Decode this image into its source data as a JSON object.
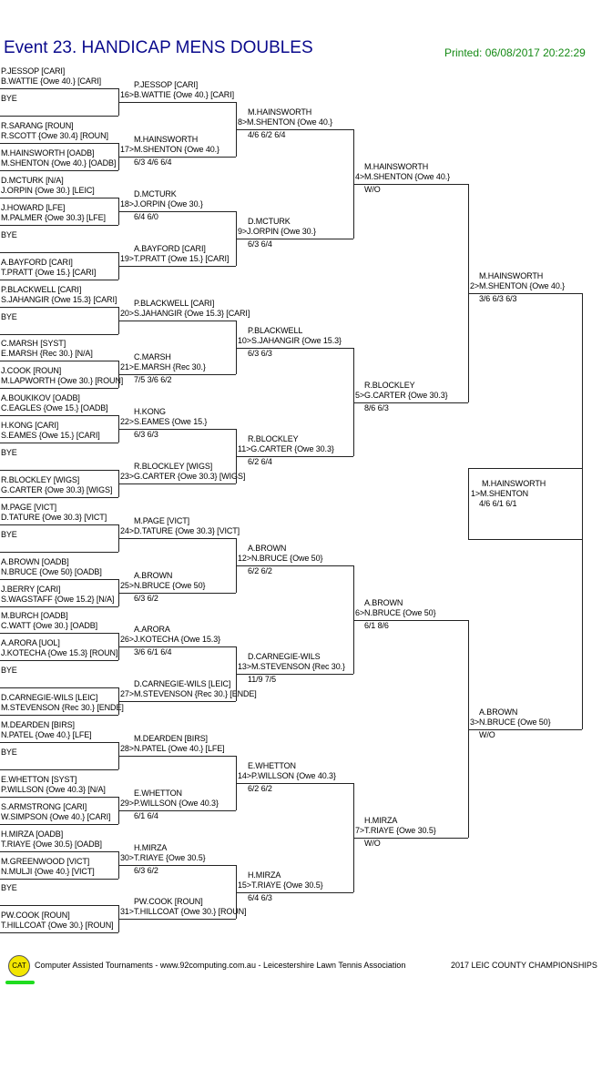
{
  "header": {
    "title": "Event 23. HANDICAP MENS DOUBLES",
    "printed": "Printed: 06/08/2017 20:22:29"
  },
  "round1": [
    [
      "P.JESSOP [CARI]",
      "B.WATTIE {Owe 40.} [CARI]"
    ],
    [
      "BYE",
      ""
    ],
    [
      "R.SARANG [ROUN]",
      "R.SCOTT {Owe 30.4} [ROUN]"
    ],
    [
      "M.HAINSWORTH [OADB]",
      "M.SHENTON {Owe 40.} [OADB]"
    ],
    [
      "D.MCTURK [N/A]",
      "J.ORPIN {Owe 30.} [LEIC]"
    ],
    [
      "J.HOWARD [LFE]",
      "M.PALMER {Owe 30.3} [LFE]"
    ],
    [
      "BYE",
      ""
    ],
    [
      "A.BAYFORD [CARI]",
      "T.PRATT {Owe 15.} [CARI]"
    ],
    [
      "P.BLACKWELL [CARI]",
      "S.JAHANGIR {Owe 15.3} [CARI]"
    ],
    [
      "BYE",
      ""
    ],
    [
      "C.MARSH [SYST]",
      "E.MARSH {Rec 30.} [N/A]"
    ],
    [
      "J.COOK [ROUN]",
      "M.LAPWORTH {Owe 30.} [ROUN]"
    ],
    [
      "A.BOUKIKOV [OADB]",
      "C.EAGLES {Owe 15.} [OADB]"
    ],
    [
      "H.KONG [CARI]",
      "S.EAMES {Owe 15.} [CARI]"
    ],
    [
      "BYE",
      ""
    ],
    [
      "R.BLOCKLEY [WIGS]",
      "G.CARTER {Owe 30.3} [WIGS]"
    ],
    [
      "M.PAGE [VICT]",
      "D.TATURE {Owe 30.3} [VICT]"
    ],
    [
      "BYE",
      ""
    ],
    [
      "A.BROWN [OADB]",
      "N.BRUCE {Owe 50} [OADB]"
    ],
    [
      "J.BERRY [CARI]",
      "S.WAGSTAFF {Owe 15.2} [N/A]"
    ],
    [
      "M.BURCH [OADB]",
      "C.WATT {Owe 30.} [OADB]"
    ],
    [
      "A.ARORA [UOL]",
      "J.KOTECHA {Owe 15.3} [ROUN]"
    ],
    [
      "BYE",
      ""
    ],
    [
      "D.CARNEGIE-WILS [LEIC]",
      "M.STEVENSON {Rec 30.} [ENDE]"
    ],
    [
      "M.DEARDEN [BIRS]",
      "N.PATEL {Owe 40.} [LFE]"
    ],
    [
      "BYE",
      ""
    ],
    [
      "E.WHETTON [SYST]",
      "P.WILLSON {Owe 40.3} [N/A]"
    ],
    [
      "S.ARMSTRONG [CARI]",
      "W.SIMPSON {Owe 40.} [CARI]"
    ],
    [
      "H.MIRZA [OADB]",
      "T.RIAYE {Owe 30.5} [OADB]"
    ],
    [
      "M.GREENWOOD [VICT]",
      "N.MULJI {Owe 40.} [VICT]"
    ],
    [
      "BYE",
      ""
    ],
    [
      "PW.COOK [ROUN]",
      "T.HILLCOAT {Owe 30.} [ROUN]"
    ]
  ],
  "round2": [
    {
      "a": "P.JESSOP [CARI]",
      "b": "16>B.WATTIE {Owe 40.} [CARI]",
      "s": ""
    },
    {
      "a": "M.HAINSWORTH",
      "b": "17>M.SHENTON {Owe 40.}",
      "s": "6/3 4/6 6/4"
    },
    {
      "a": "D.MCTURK",
      "b": "18>J.ORPIN {Owe 30.}",
      "s": "6/4 6/0"
    },
    {
      "a": "A.BAYFORD [CARI]",
      "b": "19>T.PRATT {Owe 15.} [CARI]",
      "s": ""
    },
    {
      "a": "P.BLACKWELL [CARI]",
      "b": "20>S.JAHANGIR {Owe 15.3} [CARI]",
      "s": ""
    },
    {
      "a": "C.MARSH",
      "b": "21>E.MARSH {Rec 30.}",
      "s": "7/5 3/6 6/2"
    },
    {
      "a": "H.KONG",
      "b": "22>S.EAMES {Owe 15.}",
      "s": "6/3 6/3"
    },
    {
      "a": "R.BLOCKLEY [WIGS]",
      "b": "23>G.CARTER {Owe 30.3} [WIGS]",
      "s": ""
    },
    {
      "a": "M.PAGE [VICT]",
      "b": "24>D.TATURE {Owe 30.3} [VICT]",
      "s": ""
    },
    {
      "a": "A.BROWN",
      "b": "25>N.BRUCE {Owe 50}",
      "s": "6/3 6/2"
    },
    {
      "a": "A.ARORA",
      "b": "26>J.KOTECHA {Owe 15.3}",
      "s": "3/6 6/1 6/4"
    },
    {
      "a": "D.CARNEGIE-WILS [LEIC]",
      "b": "27>M.STEVENSON {Rec 30.} [ENDE]",
      "s": ""
    },
    {
      "a": "M.DEARDEN [BIRS]",
      "b": "28>N.PATEL {Owe 40.} [LFE]",
      "s": ""
    },
    {
      "a": "E.WHETTON",
      "b": "29>P.WILLSON {Owe 40.3}",
      "s": "6/1 6/4"
    },
    {
      "a": "H.MIRZA",
      "b": "30>T.RIAYE {Owe 30.5}",
      "s": "6/3 6/2"
    },
    {
      "a": "PW.COOK [ROUN]",
      "b": "31>T.HILLCOAT {Owe 30.} [ROUN]",
      "s": ""
    }
  ],
  "round3": [
    {
      "a": "M.HAINSWORTH",
      "b": "8>M.SHENTON {Owe 40.}",
      "s": "4/6 6/2 6/4"
    },
    {
      "a": "D.MCTURK",
      "b": "9>J.ORPIN {Owe 30.}",
      "s": "6/3 6/4"
    },
    {
      "a": "P.BLACKWELL",
      "b": "10>S.JAHANGIR {Owe 15.3}",
      "s": "6/3 6/3"
    },
    {
      "a": "R.BLOCKLEY",
      "b": "11>G.CARTER {Owe 30.3}",
      "s": "6/2 6/4"
    },
    {
      "a": "A.BROWN",
      "b": "12>N.BRUCE {Owe 50}",
      "s": "6/2 6/2"
    },
    {
      "a": "D.CARNEGIE-WILS",
      "b": "13>M.STEVENSON {Rec 30.}",
      "s": "11/9 7/5"
    },
    {
      "a": "E.WHETTON",
      "b": "14>P.WILLSON {Owe 40.3}",
      "s": "6/2 6/2"
    },
    {
      "a": "H.MIRZA",
      "b": "15>T.RIAYE {Owe 30.5}",
      "s": "6/4 6/3"
    }
  ],
  "round4": [
    {
      "a": "M.HAINSWORTH",
      "b": "4>M.SHENTON {Owe 40.}",
      "s": "W/O"
    },
    {
      "a": "R.BLOCKLEY",
      "b": "5>G.CARTER {Owe 30.3}",
      "s": "8/6 6/3"
    },
    {
      "a": "A.BROWN",
      "b": "6>N.BRUCE {Owe 50}",
      "s": "6/1 8/6"
    },
    {
      "a": "H.MIRZA",
      "b": "7>T.RIAYE {Owe 30.5}",
      "s": "W/O"
    }
  ],
  "round5": [
    {
      "a": "M.HAINSWORTH",
      "b": "2>M.SHENTON {Owe 40.}",
      "s": "3/6 6/3 6/3"
    },
    {
      "a": "A.BROWN",
      "b": "3>N.BRUCE {Owe 50}",
      "s": "W/O"
    }
  ],
  "final": {
    "a": "M.HAINSWORTH",
    "b": "1>M.SHENTON",
    "s": "4/6 6/1 6/1"
  },
  "footer": {
    "logo": "CAT",
    "text": "Computer Assisted Tournaments - www.92computing.com.au -  Leicestershire Lawn Tennis Association",
    "right": "2017 LEIC COUNTY CHAMPIONSHIPS"
  }
}
